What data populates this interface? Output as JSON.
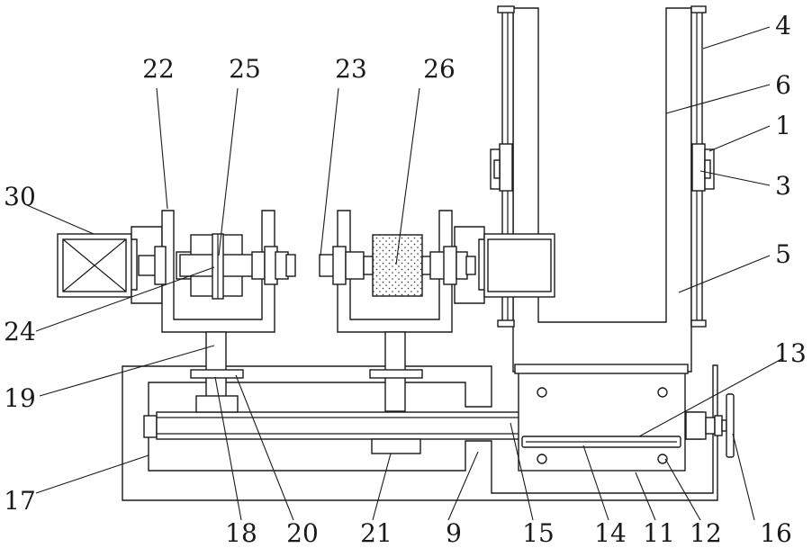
{
  "labels": {
    "l1": "1",
    "l3": "3",
    "l4": "4",
    "l5": "5",
    "l6": "6",
    "l9": "9",
    "l11": "11",
    "l12": "12",
    "l13": "13",
    "l14": "14",
    "l15": "15",
    "l16": "16",
    "l17": "17",
    "l18": "18",
    "l19": "19",
    "l20": "20",
    "l21": "21",
    "l22": "22",
    "l23": "23",
    "l24": "24",
    "l25": "25",
    "l26": "26",
    "l30": "30"
  }
}
